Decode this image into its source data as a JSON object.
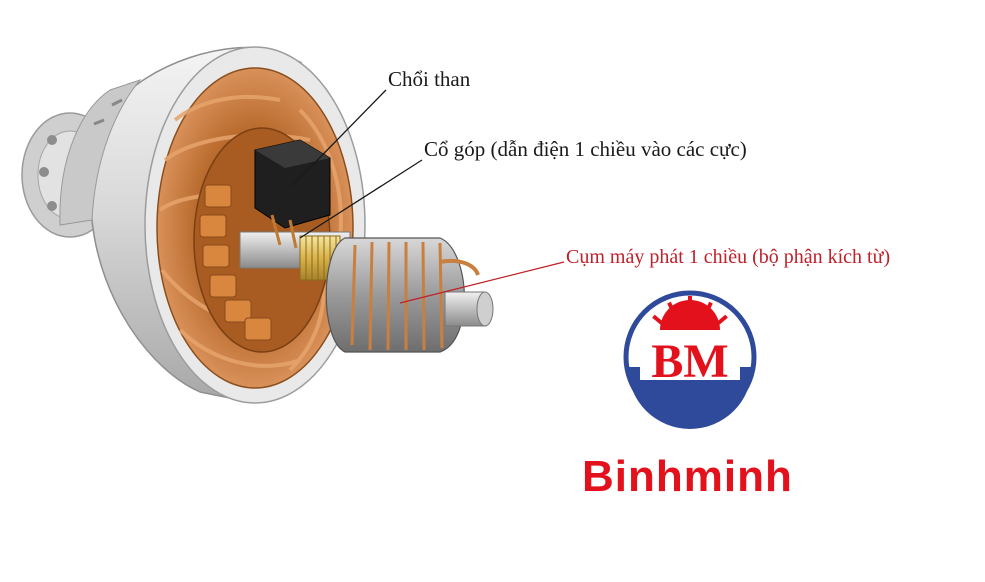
{
  "labels": {
    "carbon_brush": "Chổi than",
    "commutator": "Cổ góp (dẫn điện 1 chiều vào các cực)",
    "exciter": "Cụm máy phát 1 chiều (bộ phận kích từ)"
  },
  "logo": {
    "monogram": "BM",
    "wordmark": "Binhminh"
  },
  "colors": {
    "callout_line_dark": "#1a1a1a",
    "callout_line_red": "#c0202a",
    "logo_red": "#e3111b",
    "logo_blue": "#2f4a9b"
  },
  "icons": {
    "illustration": "generator-cutaway-illustration",
    "logo": "binhminh-logo"
  }
}
